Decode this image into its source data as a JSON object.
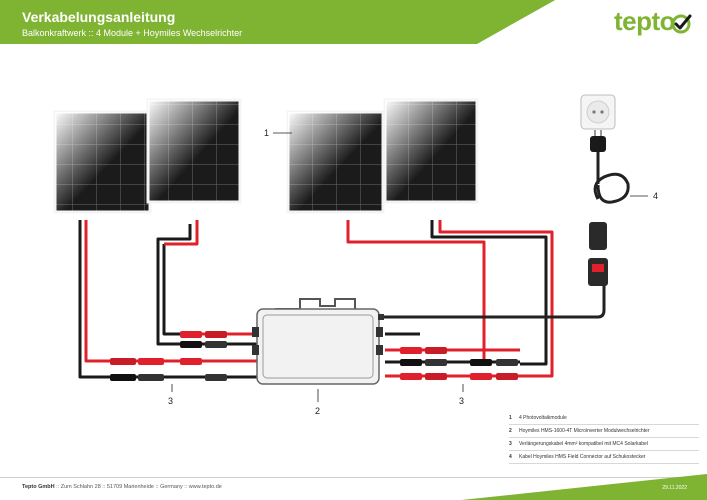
{
  "header": {
    "title": "Verkabelungsanleitung",
    "subtitle": "Balkonkraftwerk :: 4 Module + Hoymiles Wechselrichter",
    "logo_text": "tepto",
    "accent": "#7fb432"
  },
  "callouts": {
    "panels": "1",
    "inverter": "2",
    "cable_left": "3",
    "cable_right": "3",
    "plug": "4"
  },
  "legend": [
    {
      "num": "1",
      "text": "4 Photovoltaikmodule"
    },
    {
      "num": "2",
      "text": "Hoymiles HMS-1600-4T Microinverter Modulwechselrichter"
    },
    {
      "num": "3",
      "text": "Verlängerungskabel 4mm² kompatibel mit MC4 Solarkabel"
    },
    {
      "num": "4",
      "text": "Kabel Hoymiles HMS Field Connector auf Schukostecker"
    }
  ],
  "footer": {
    "company": "Tepto GmbH",
    "address": " :: Zum Schlahn 28 :: 51709 Marienheide :: Germany :: www.tepto.de",
    "date": "29.11.2022"
  },
  "colors": {
    "cable_red": "#e0212b",
    "cable_black": "#1a1a1a",
    "panel": "#1b1b1b",
    "inverter": "#f2f2f2"
  },
  "icons": [
    "tepto-checkmark-icon",
    "solar-panel-icon",
    "inverter-icon",
    "mc4-connector-icon",
    "schuko-socket-icon",
    "schuko-plug-icon"
  ]
}
